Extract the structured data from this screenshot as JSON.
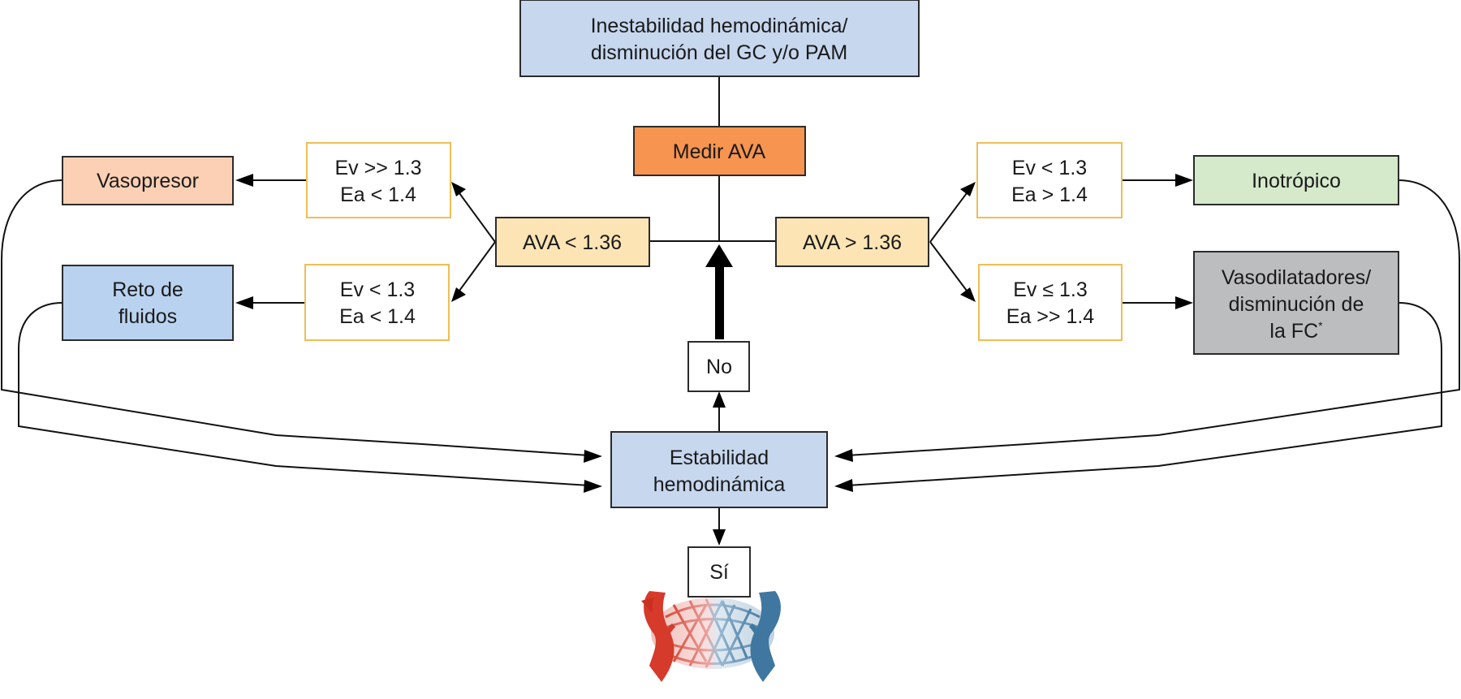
{
  "diagram": {
    "title": "Algoritmo de manejo hemodinámico según AVA",
    "nodes": {
      "start": {
        "lines": [
          "Inestabilidad hemodinámica/",
          "disminución del GC y/o PAM"
        ],
        "color": "#c6d7ee"
      },
      "measure": {
        "lines": [
          "Medir AVA"
        ],
        "color": "#f7944f"
      },
      "ava_low": {
        "lines": [
          "AVA < 1.36"
        ],
        "color": "#fde4b4"
      },
      "ava_high": {
        "lines": [
          "AVA > 1.36"
        ],
        "color": "#fde4b4"
      },
      "cond_ll_top": {
        "lines": [
          "Ev >> 1.3",
          "Ea < 1.4"
        ]
      },
      "cond_ll_bottom": {
        "lines": [
          "Ev < 1.3",
          "Ea < 1.4"
        ]
      },
      "cond_rr_top": {
        "lines": [
          "Ev < 1.3",
          "Ea > 1.4"
        ]
      },
      "cond_rr_bottom": {
        "lines": [
          "Ev ≤ 1.3",
          "Ea >> 1.4"
        ]
      },
      "vasopresor": {
        "lines": [
          "Vasopresor"
        ],
        "color": "#fbd0b4"
      },
      "fluid_challenge": {
        "lines": [
          "Reto de",
          "fluidos"
        ],
        "color": "#b9d2ef"
      },
      "inotropic": {
        "lines": [
          "Inotrópico"
        ],
        "color": "#d5e9cb"
      },
      "vasodilators": {
        "lines": [
          "Vasodilatadores/",
          "disminución de",
          "la FC"
        ],
        "superscript": "*",
        "color": "#bcbdbf"
      },
      "stability": {
        "lines": [
          "Estabilidad",
          "hemodinámica"
        ],
        "color": "#c6d7ee"
      },
      "no": {
        "lines": [
          "No"
        ]
      },
      "yes": {
        "lines": [
          "Sí"
        ]
      }
    },
    "condition_border_color": "#f0bd55",
    "microcirculation_icon": {
      "name": "capillary-network",
      "arterial_color": "#d63a2a",
      "venous_color": "#3f77a0"
    }
  }
}
